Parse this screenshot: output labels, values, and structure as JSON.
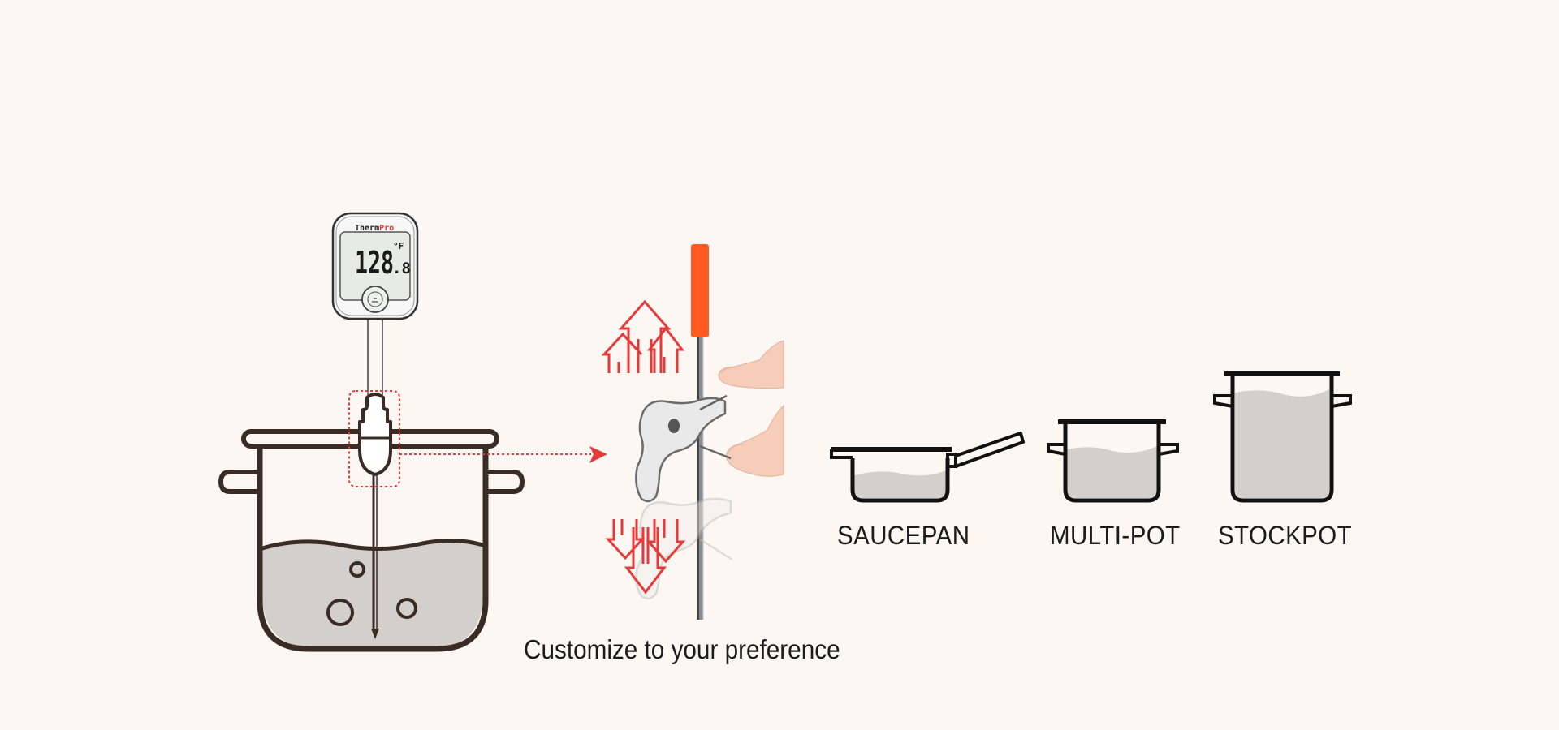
{
  "thermometer": {
    "brand_left": "Therm",
    "brand_right": "Pro",
    "reading_main": "128",
    "reading_decimal": ".8",
    "unit": "°F"
  },
  "pots": [
    {
      "label": "SAUCEPAN"
    },
    {
      "label": "MULTI-POT"
    },
    {
      "label": "STOCKPOT"
    }
  ],
  "caption": "Customize to your preference",
  "colors": {
    "background": "#fdf7f3",
    "outline": "#1b1b1b",
    "pot_outline": "#3a2c24",
    "water": "#d3cfcc",
    "arrow_red": "#e53a3a",
    "probe_handle": "#ff5a1f"
  }
}
